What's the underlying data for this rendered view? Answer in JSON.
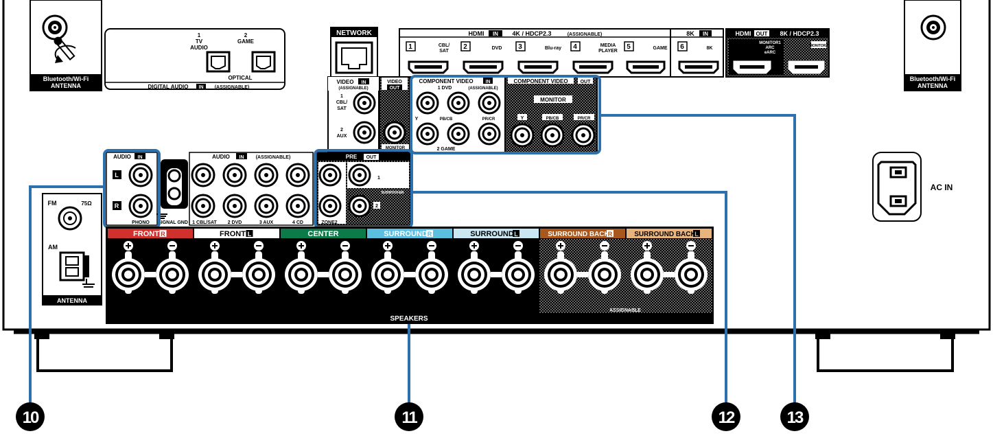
{
  "antenna_left": {
    "line1": "Bluetooth/Wi-Fi",
    "line2": "ANTENNA"
  },
  "antenna_right": {
    "line1": "Bluetooth/Wi-Fi",
    "line2": "ANTENNA"
  },
  "digital_audio": {
    "input1_num": "1",
    "input1_l1": "TV",
    "input1_l2": "AUDIO",
    "input2_num": "2",
    "input2_l1": "GAME",
    "optical": "OPTICAL",
    "footer_pre": "DIGITAL AUDIO",
    "footer_in": "IN",
    "footer_post": "(ASSIGNABLE)"
  },
  "network": {
    "label": "NETWORK"
  },
  "hdmi_in": {
    "header_pre": "HDMI",
    "header_in": "IN",
    "header_post": "4K / HDCP2.3",
    "header_assign": "(ASSIGNABLE)",
    "ports": [
      {
        "num": "1",
        "l1": "CBL/",
        "l2": "SAT"
      },
      {
        "num": "2",
        "l1": "DVD",
        "l2": ""
      },
      {
        "num": "3",
        "l1": "Blu-ray",
        "l2": ""
      },
      {
        "num": "4",
        "l1": "MEDIA",
        "l2": "PLAYER"
      },
      {
        "num": "5",
        "l1": "GAME",
        "l2": ""
      }
    ],
    "k8_header": "8K",
    "k8_in": "IN",
    "k8_port_num": "6",
    "k8_port_label": "8K"
  },
  "hdmi_out": {
    "header_pre": "HDMI",
    "header_out": "OUT",
    "header_post": "8K / HDCP2.3",
    "mon1_l1": "MONITOR1",
    "mon1_l2": "ARC",
    "mon1_l3": "eARC",
    "mon2": "MONITOR2"
  },
  "video_in": {
    "title": "VIDEO",
    "in": "IN",
    "assign": "(ASSIGNABLE)",
    "in1_l1": "1",
    "in1_l2": "CBL/",
    "in1_l3": "SAT",
    "in2_l1": "2",
    "in2_l2": "AUX"
  },
  "video_out": {
    "l1": "VIDEO",
    "l2": "OUT",
    "monitor": "MONITOR"
  },
  "component_in": {
    "title": "COMPONENT VIDEO",
    "in": "IN",
    "assign": "(ASSIGNABLE)",
    "dvd": "1 DVD",
    "game": "2 GAME",
    "y": "Y",
    "pb": "PB/CB",
    "pr": "PR/CR"
  },
  "component_out": {
    "title": "COMPONENT VIDEO",
    "out": "OUT",
    "monitor": "MONITOR",
    "y": "Y",
    "pb": "PB/CB",
    "pr": "PR/CR"
  },
  "audio_in_phono": {
    "title": "AUDIO",
    "in": "IN",
    "l": "L",
    "r": "R",
    "phono": "PHONO",
    "signal_gnd": "SIGNAL GND"
  },
  "audio_in_assign": {
    "title": "AUDIO",
    "in": "IN",
    "assign": "(ASSIGNABLE)",
    "inputs": [
      "1 CBL/SAT",
      "2 DVD",
      "3 AUX",
      "4 CD"
    ]
  },
  "pre_out": {
    "title": "PRE",
    "out": "OUT",
    "zone2": "ZONE2",
    "subwoofer": "SUBWOOFER",
    "sub1": "1",
    "sub2": "2"
  },
  "antenna_block": {
    "fm": "FM",
    "ohm": "75Ω",
    "am": "AM",
    "footer": "ANTENNA"
  },
  "ac_in": {
    "label": "AC IN"
  },
  "speakers": {
    "footer": "SPEAKERS",
    "assignable": "ASSIGNABLE",
    "channels": [
      {
        "name": "FRONT",
        "side": "R",
        "color": "#d0312d"
      },
      {
        "name": "FRONT",
        "side": "L",
        "color": "#ffffff"
      },
      {
        "name": "CENTER",
        "side": "",
        "color": "#0d7a4a"
      },
      {
        "name": "SURROUND",
        "side": "R",
        "color": "#5bbfe0"
      },
      {
        "name": "SURROUND",
        "side": "L",
        "color": "#c9e7f3"
      },
      {
        "name": "SURROUND BACK",
        "side": "R",
        "color": "#a8581c"
      },
      {
        "name": "SURROUND BACK",
        "side": "L",
        "color": "#e7b47d"
      }
    ]
  },
  "callouts": [
    {
      "number": "10"
    },
    {
      "number": "11"
    },
    {
      "number": "12"
    },
    {
      "number": "13"
    }
  ],
  "colors": {
    "callout_line": "#2e6fad",
    "panel_black": "#000000"
  }
}
